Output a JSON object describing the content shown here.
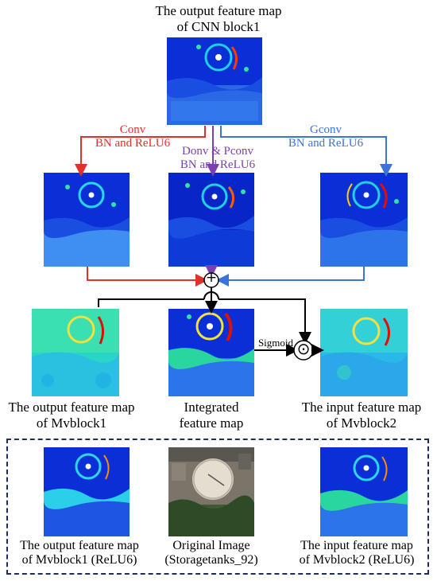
{
  "top": {
    "line1": "The output feature map",
    "line2": "of CNN block1"
  },
  "branches": {
    "left": {
      "line1": "Conv",
      "line2": "BN and ReLU6",
      "color": "#e0302a"
    },
    "middle": {
      "line1": "Donv  & Pconv",
      "line2": "BN and ReLU6",
      "color": "#7a3fb5"
    },
    "right": {
      "line1": "Gconv",
      "line2": "BN and ReLU6",
      "color": "#3a74d6"
    }
  },
  "operators": {
    "add": "+",
    "multiply": "⊙",
    "sigmoid": "Sigmoid"
  },
  "row3": {
    "left": {
      "line1": "The output feature map",
      "line2": "of Mvblock1"
    },
    "middle": {
      "line1": "Integrated",
      "line2": "feature map"
    },
    "right": {
      "line1": "The input feature map",
      "line2": "of Mvblock2"
    }
  },
  "bottom": {
    "left": {
      "line1": "The output feature map",
      "line2": "of Mvblock1 (ReLU6)"
    },
    "middle": {
      "line1": "Original Image",
      "line2": "(Storagetanks_92)"
    },
    "right": {
      "line1": "The input feature map",
      "line2": "of Mvblock2 (ReLU6)"
    }
  },
  "colors": {
    "arrow_black": "#000000",
    "dashed_border": "#1e2d5a"
  }
}
